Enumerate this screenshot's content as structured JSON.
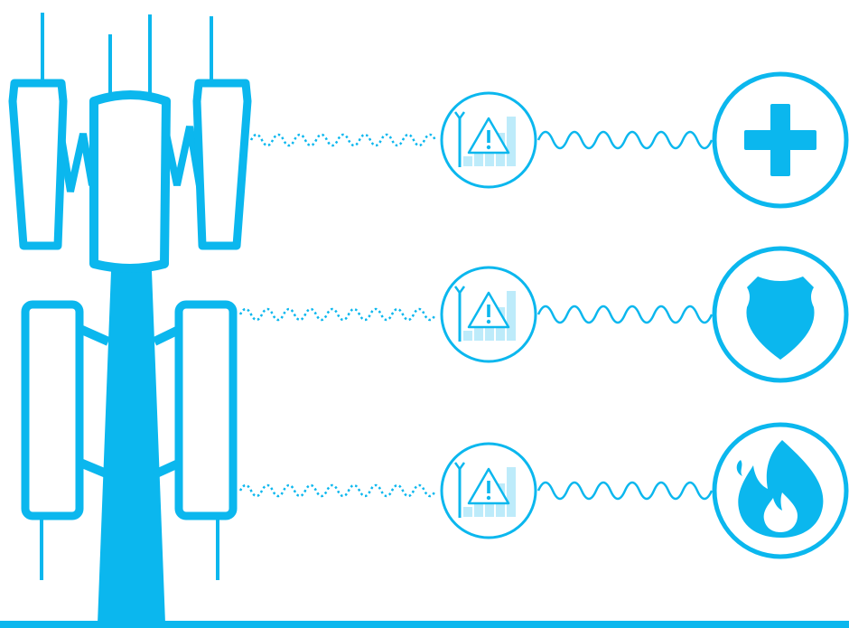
{
  "colors": {
    "accent": "#0BB7EE",
    "accent_light": "#BDEBFA",
    "background": "#FFFFFF"
  },
  "tower": {
    "icon": "cell-tower-icon"
  },
  "channels": [
    {
      "relay_icon": "signal-alert-icon",
      "service": "medical",
      "service_icon": "medical-cross-icon"
    },
    {
      "relay_icon": "signal-alert-icon",
      "service": "police",
      "service_icon": "police-badge-icon"
    },
    {
      "relay_icon": "signal-alert-icon",
      "service": "fire",
      "service_icon": "fire-icon"
    }
  ]
}
